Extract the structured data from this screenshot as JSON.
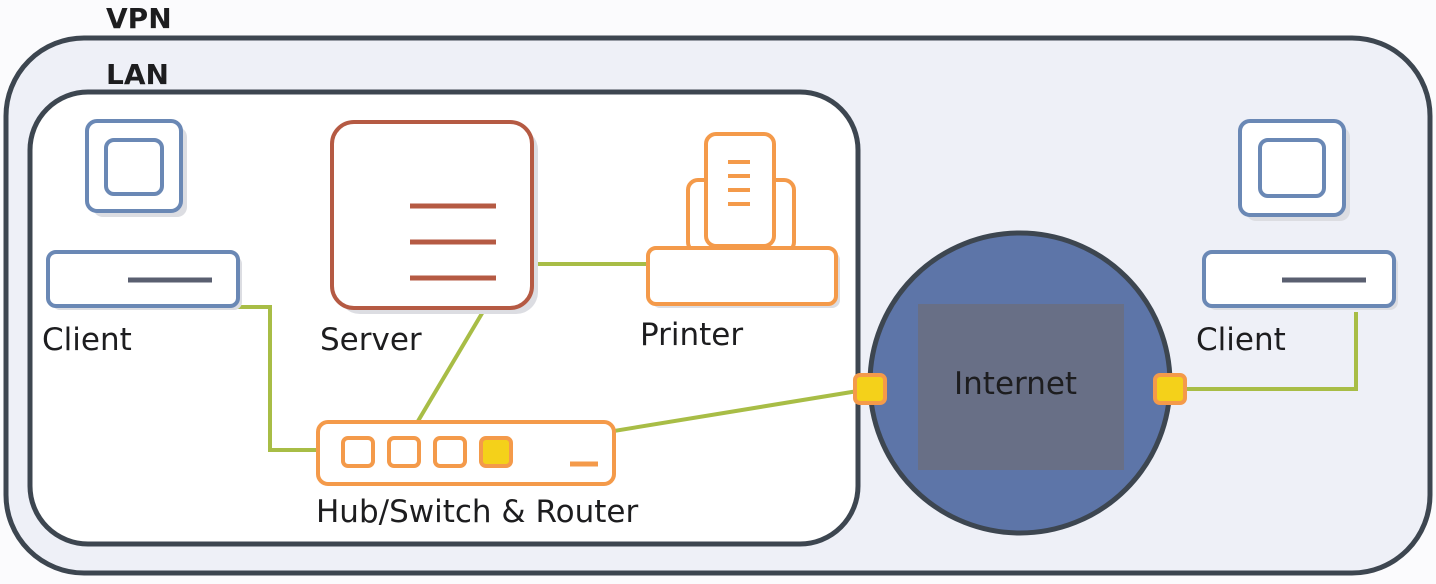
{
  "zones": {
    "vpn_label": "VPN",
    "lan_label": "LAN"
  },
  "nodes": {
    "client_left": {
      "label": "Client",
      "icon": "desktop-computer-icon"
    },
    "server": {
      "label": "Server",
      "icon": "server-icon"
    },
    "printer": {
      "label": "Printer",
      "icon": "printer-icon"
    },
    "hub": {
      "label": "Hub/Switch & Router",
      "icon": "network-switch-icon"
    },
    "internet": {
      "label": "Internet",
      "icon": "cloud-network-icon"
    },
    "client_right": {
      "label": "Client",
      "icon": "desktop-computer-icon"
    }
  },
  "colors": {
    "zone_border": "#3d4650",
    "zone_fill": "#eef0f7",
    "client_stroke": "#6a88b5",
    "server_stroke": "#b55a43",
    "device_orange": "#f49a4a",
    "port_fill": "#f4d11a",
    "link_green": "#a8bd46",
    "internet_fill": "#5d75a8",
    "internet_inner": "#6a6f80"
  }
}
